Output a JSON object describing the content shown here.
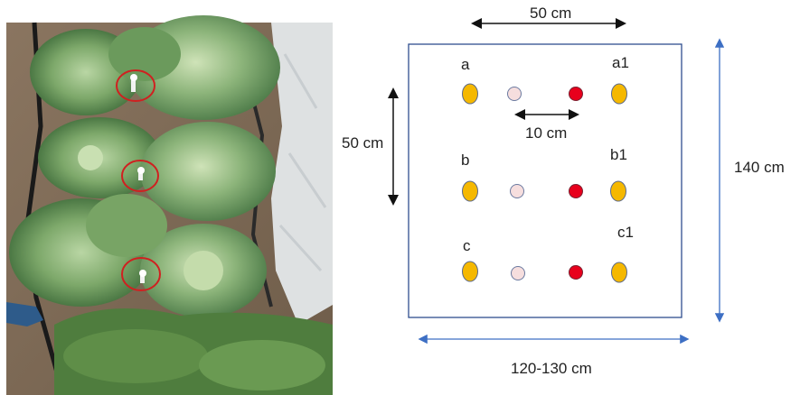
{
  "diagram": {
    "top_dimension": "50 cm",
    "left_dimension": "50 cm",
    "inner_dimension": "10 cm",
    "right_dimension": "140 cm",
    "bottom_dimension": "120-130 cm",
    "row_labels_left": [
      "a",
      "b",
      "c"
    ],
    "row_labels_right": [
      "a1",
      "b1",
      "c1"
    ],
    "colors": {
      "plant_marker": "#f5b800",
      "pale_marker": "#f6dede",
      "red_marker": "#e8001c",
      "box_border": "#2f4f8f",
      "arrow_blue": "#3d6fc4",
      "arrow_black": "#111111"
    }
  },
  "photo": {
    "description_icon": "cabbage-field-photo",
    "highlight_circle_color": "#d02020"
  }
}
